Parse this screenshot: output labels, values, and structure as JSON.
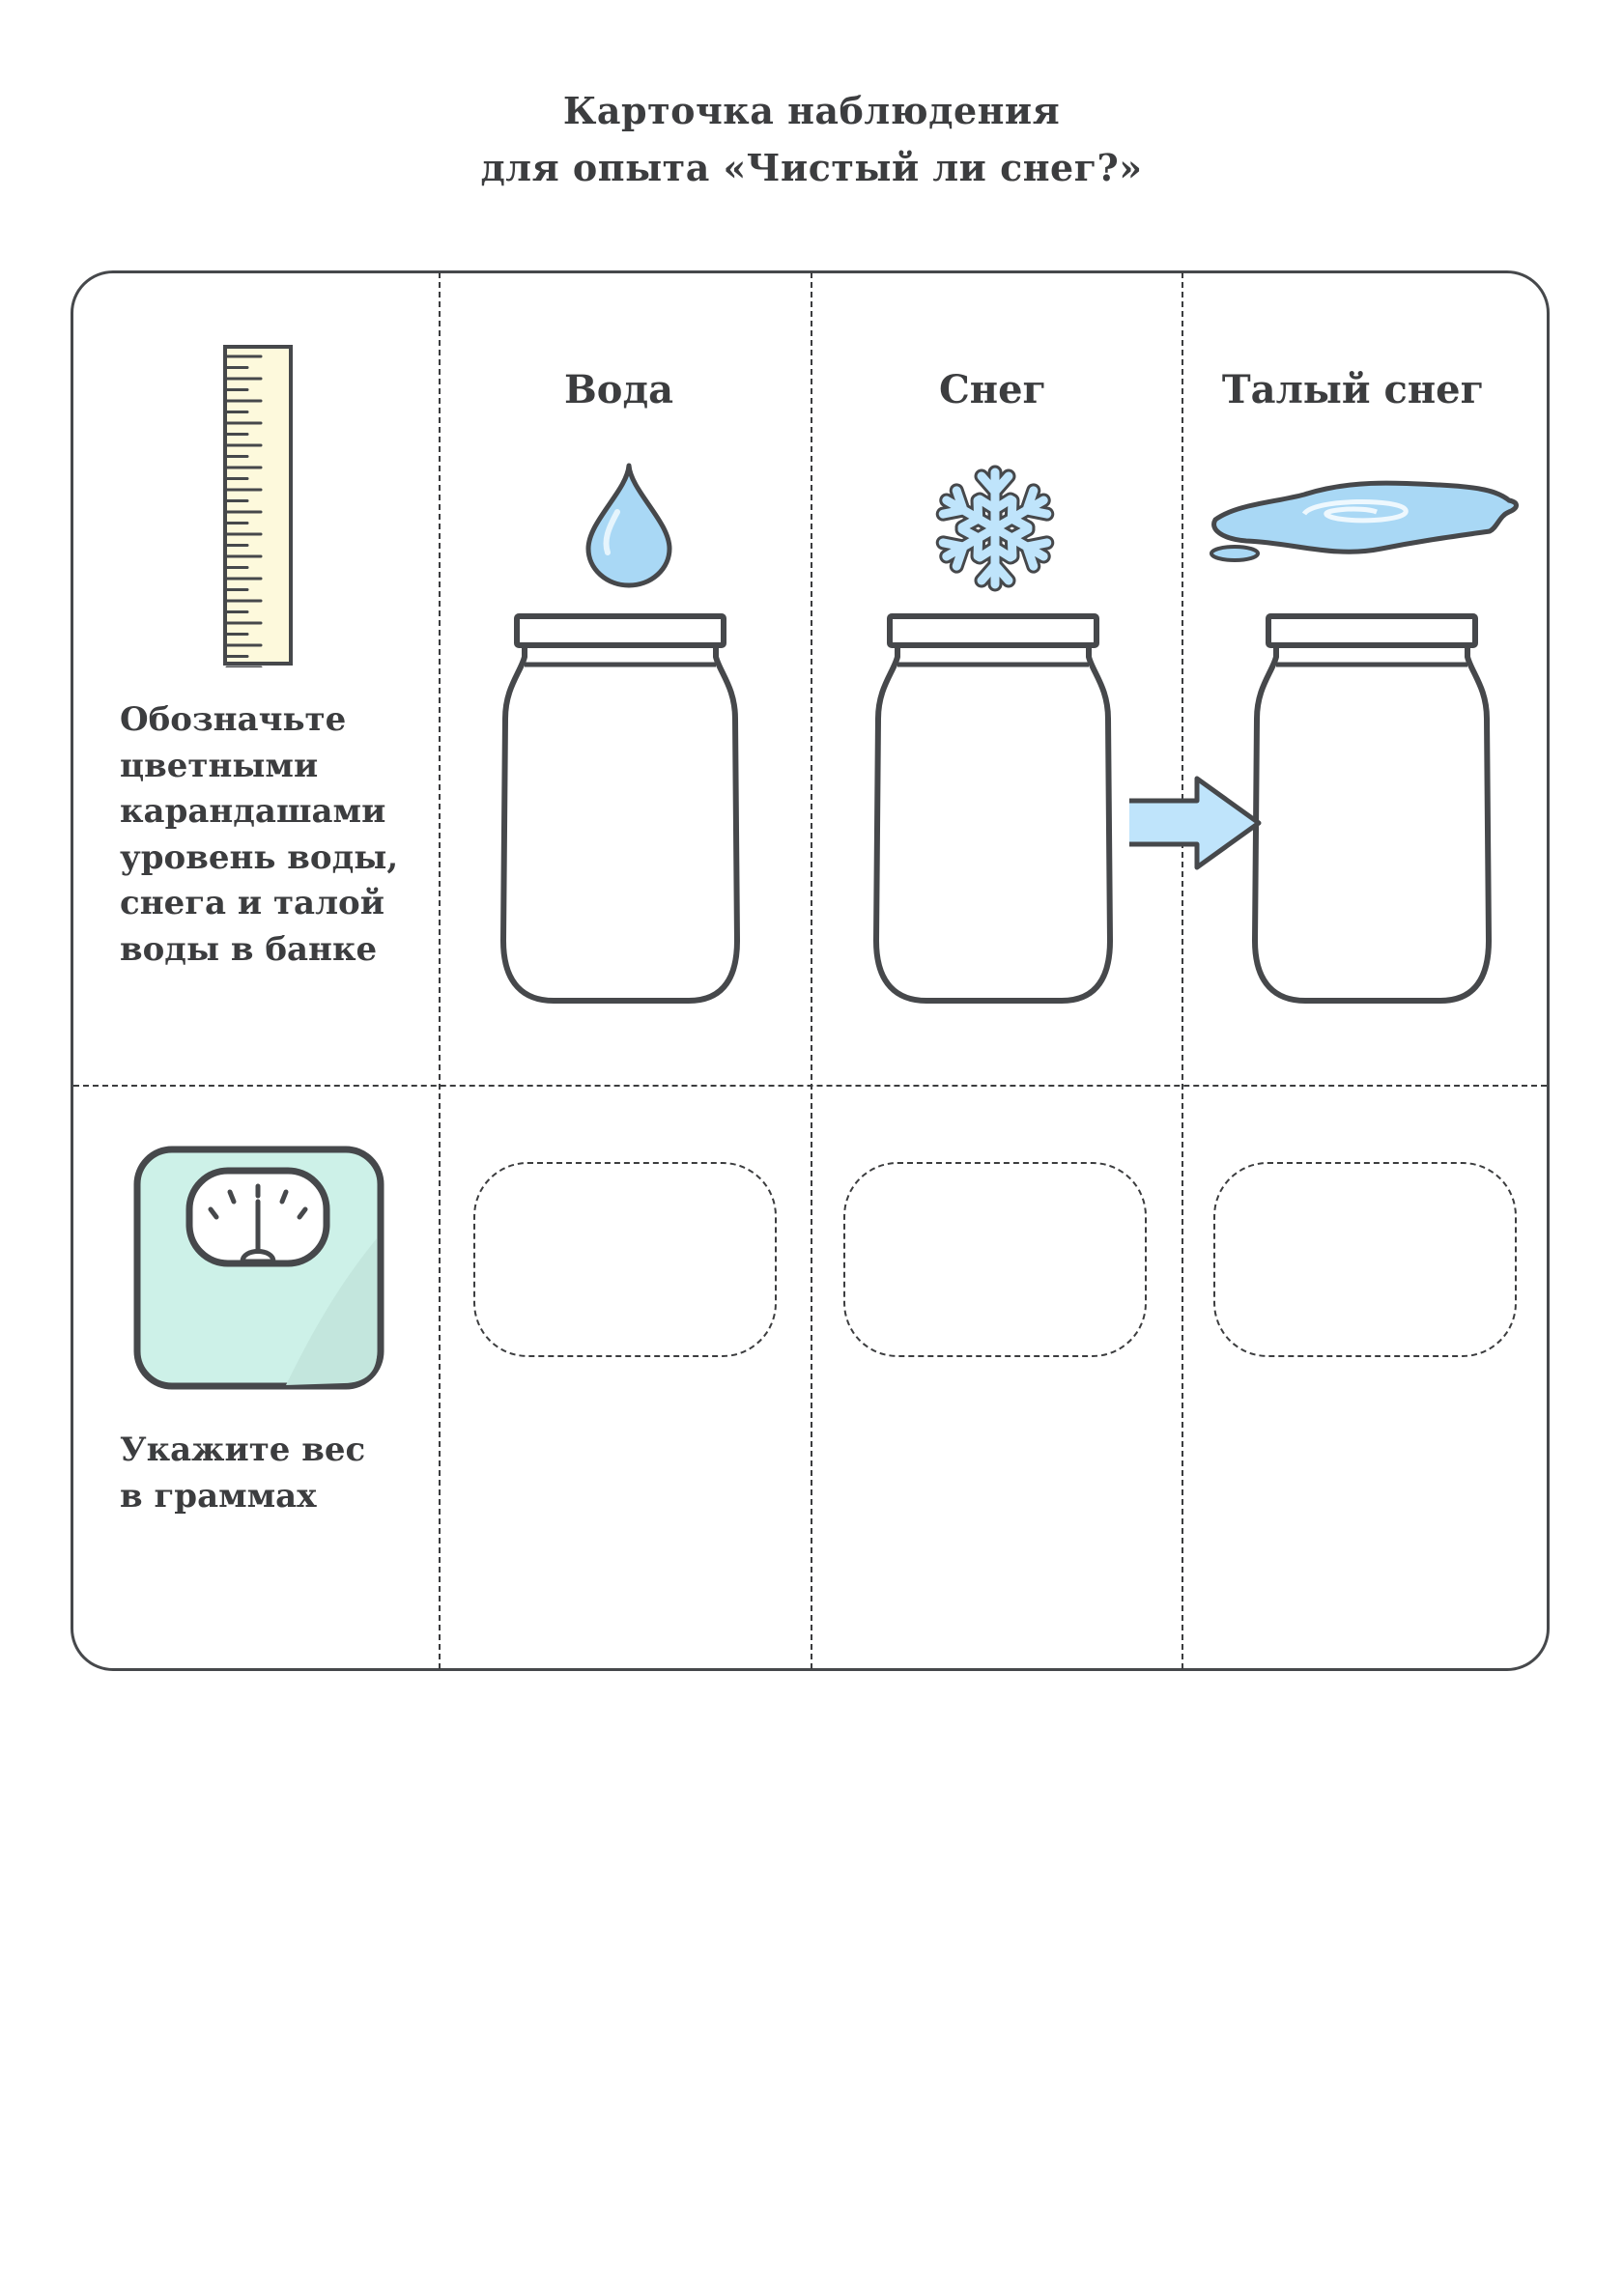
{
  "header": {
    "title_line1": "Карточка наблюдения",
    "title_line2": "для опыта «Чистый ли снег?»"
  },
  "columns": [
    {
      "label": "Вода",
      "icon": "water-drop-icon"
    },
    {
      "label": "Снег",
      "icon": "snowflake-icon"
    },
    {
      "label": "Талый снег",
      "icon": "puddle-icon"
    }
  ],
  "rows": {
    "level": {
      "icon": "ruler-icon",
      "instruction": [
        "Обозначьте",
        "цветными",
        "карандашами",
        "уровень воды,",
        "снега и талой",
        "воды в банке"
      ]
    },
    "weight": {
      "icon": "scale-icon",
      "instruction": [
        "Укажите вес",
        "в граммах"
      ]
    }
  },
  "colors": {
    "outline": "#46484b",
    "water": "#a9d8f5",
    "ruler": "#fdf9dc",
    "scale": "#cdf1e8"
  }
}
